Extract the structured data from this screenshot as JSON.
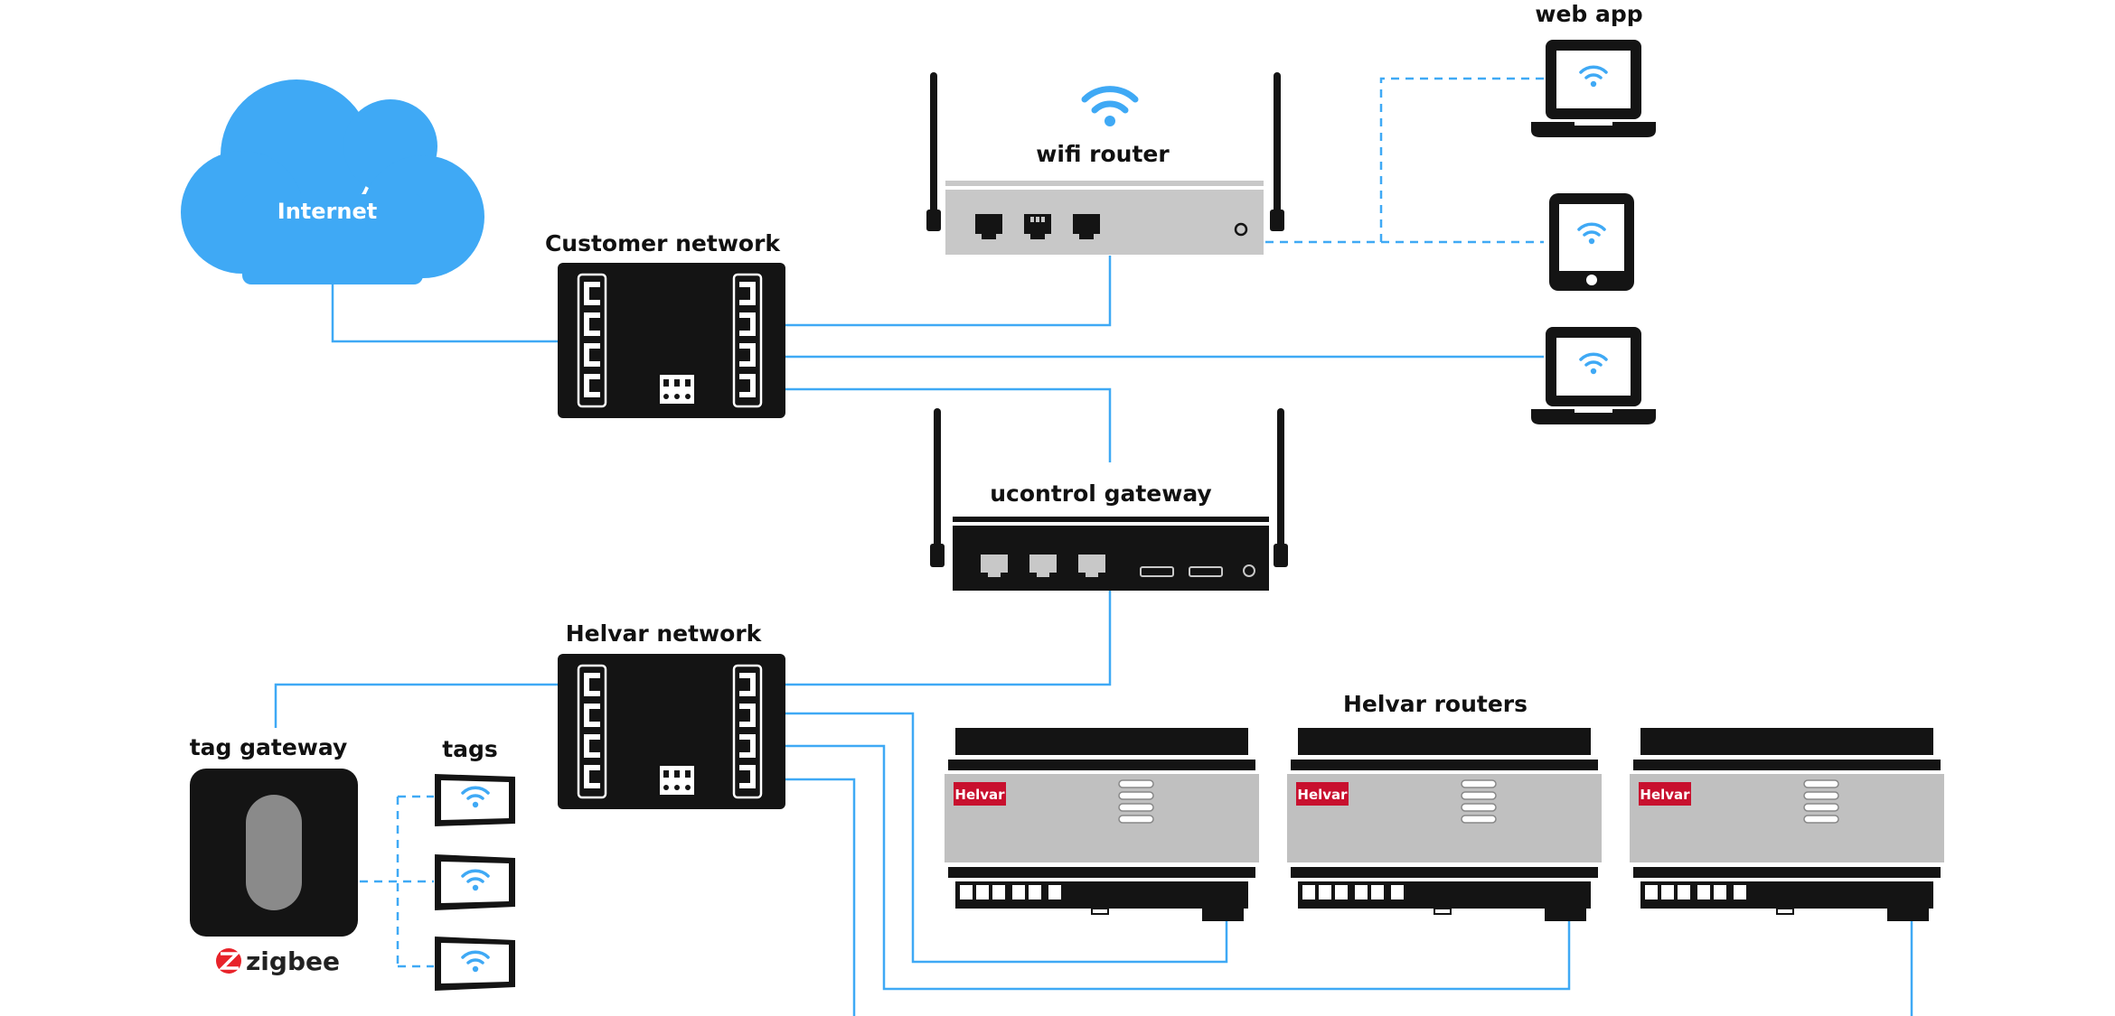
{
  "labels": {
    "internet": "Internet",
    "customer_network": "Customer network",
    "wifi_router": "wifi router",
    "web_app": "web app",
    "ucontrol_gateway": "ucontrol gateway",
    "helvar_network": "Helvar network",
    "helvar_routers": "Helvar routers",
    "tag_gateway": "tag gateway",
    "tags": "tags",
    "zigbee": "zigbee",
    "helvar_brand": "Helvar"
  },
  "colors": {
    "cloud": "#3fa9f5",
    "wire": "#3fa9f5",
    "device_dark": "#141414",
    "device_light": "#c8c8c8",
    "helvar_red": "#c8102e",
    "zigbee_red": "#e8232a"
  },
  "icons": [
    "wifi-icon",
    "laptop-icon",
    "tablet-icon",
    "antenna-icon",
    "ethernet-port-icon",
    "zigbee-logo-icon"
  ]
}
